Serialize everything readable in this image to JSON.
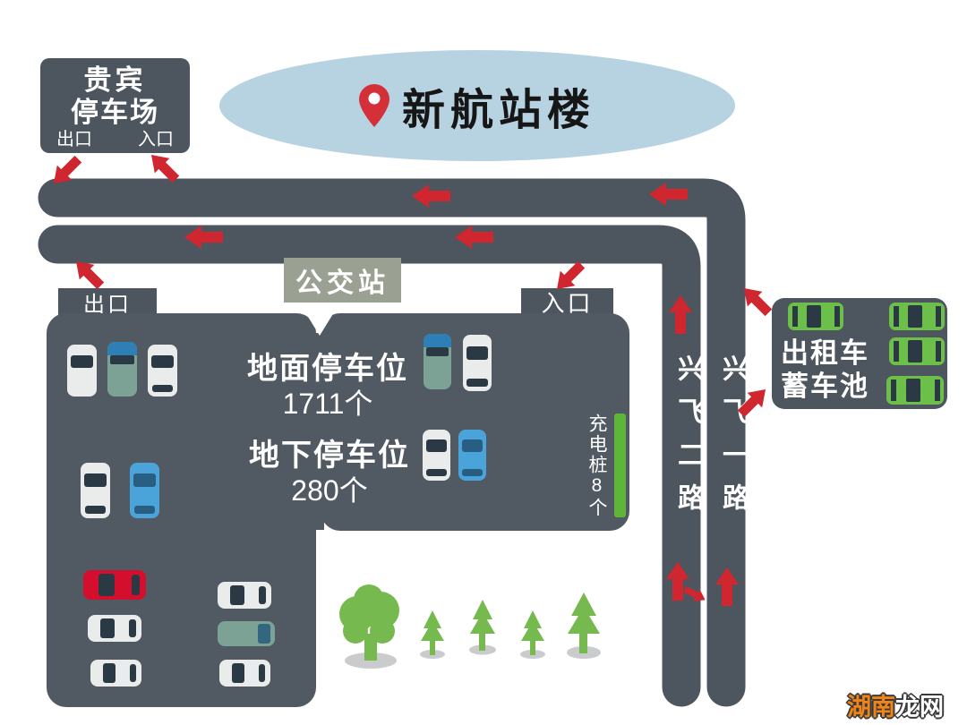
{
  "terminal": {
    "title": "新航站楼"
  },
  "vip_parking": {
    "name_line1": "贵宾",
    "name_line2": "停车场",
    "exit": "出口",
    "entrance": "入口"
  },
  "bus_station": {
    "label": "公交站"
  },
  "main_lot": {
    "exit_tab": "出口",
    "entrance_tab": "入口",
    "surface_label": "地面停车位",
    "surface_count": "1711个",
    "underground_label": "地下停车位",
    "underground_count": "280个",
    "charging_label": "充电桩8个"
  },
  "roads": {
    "road2": "兴飞二路",
    "road1": "兴飞一路"
  },
  "taxi_pool": {
    "line1": "出租车",
    "line2": "蓄车池"
  },
  "watermark": {
    "part1": "湖南",
    "part2": "龙网"
  },
  "colors": {
    "road": "#4d565f",
    "lot": "#515a62",
    "terminal_ellipse": "#b7d2e0",
    "bus_station_bg": "#9aa092",
    "arrow_red": "#cf2630",
    "tree_green": "#76b94e",
    "charging_bar": "#5db63a",
    "white_car": "#e9eceb",
    "blue_car": "#4aa4da",
    "teal_van": "#7ca195",
    "van_roof": "#2e7fb5",
    "red_car": "#d40f2e",
    "window": "#2b3944",
    "taxi_green": "#6cc04a",
    "shadow": "#c9cbcd",
    "watermark_orange": "#f08419",
    "pin_red": "#d3303a"
  }
}
